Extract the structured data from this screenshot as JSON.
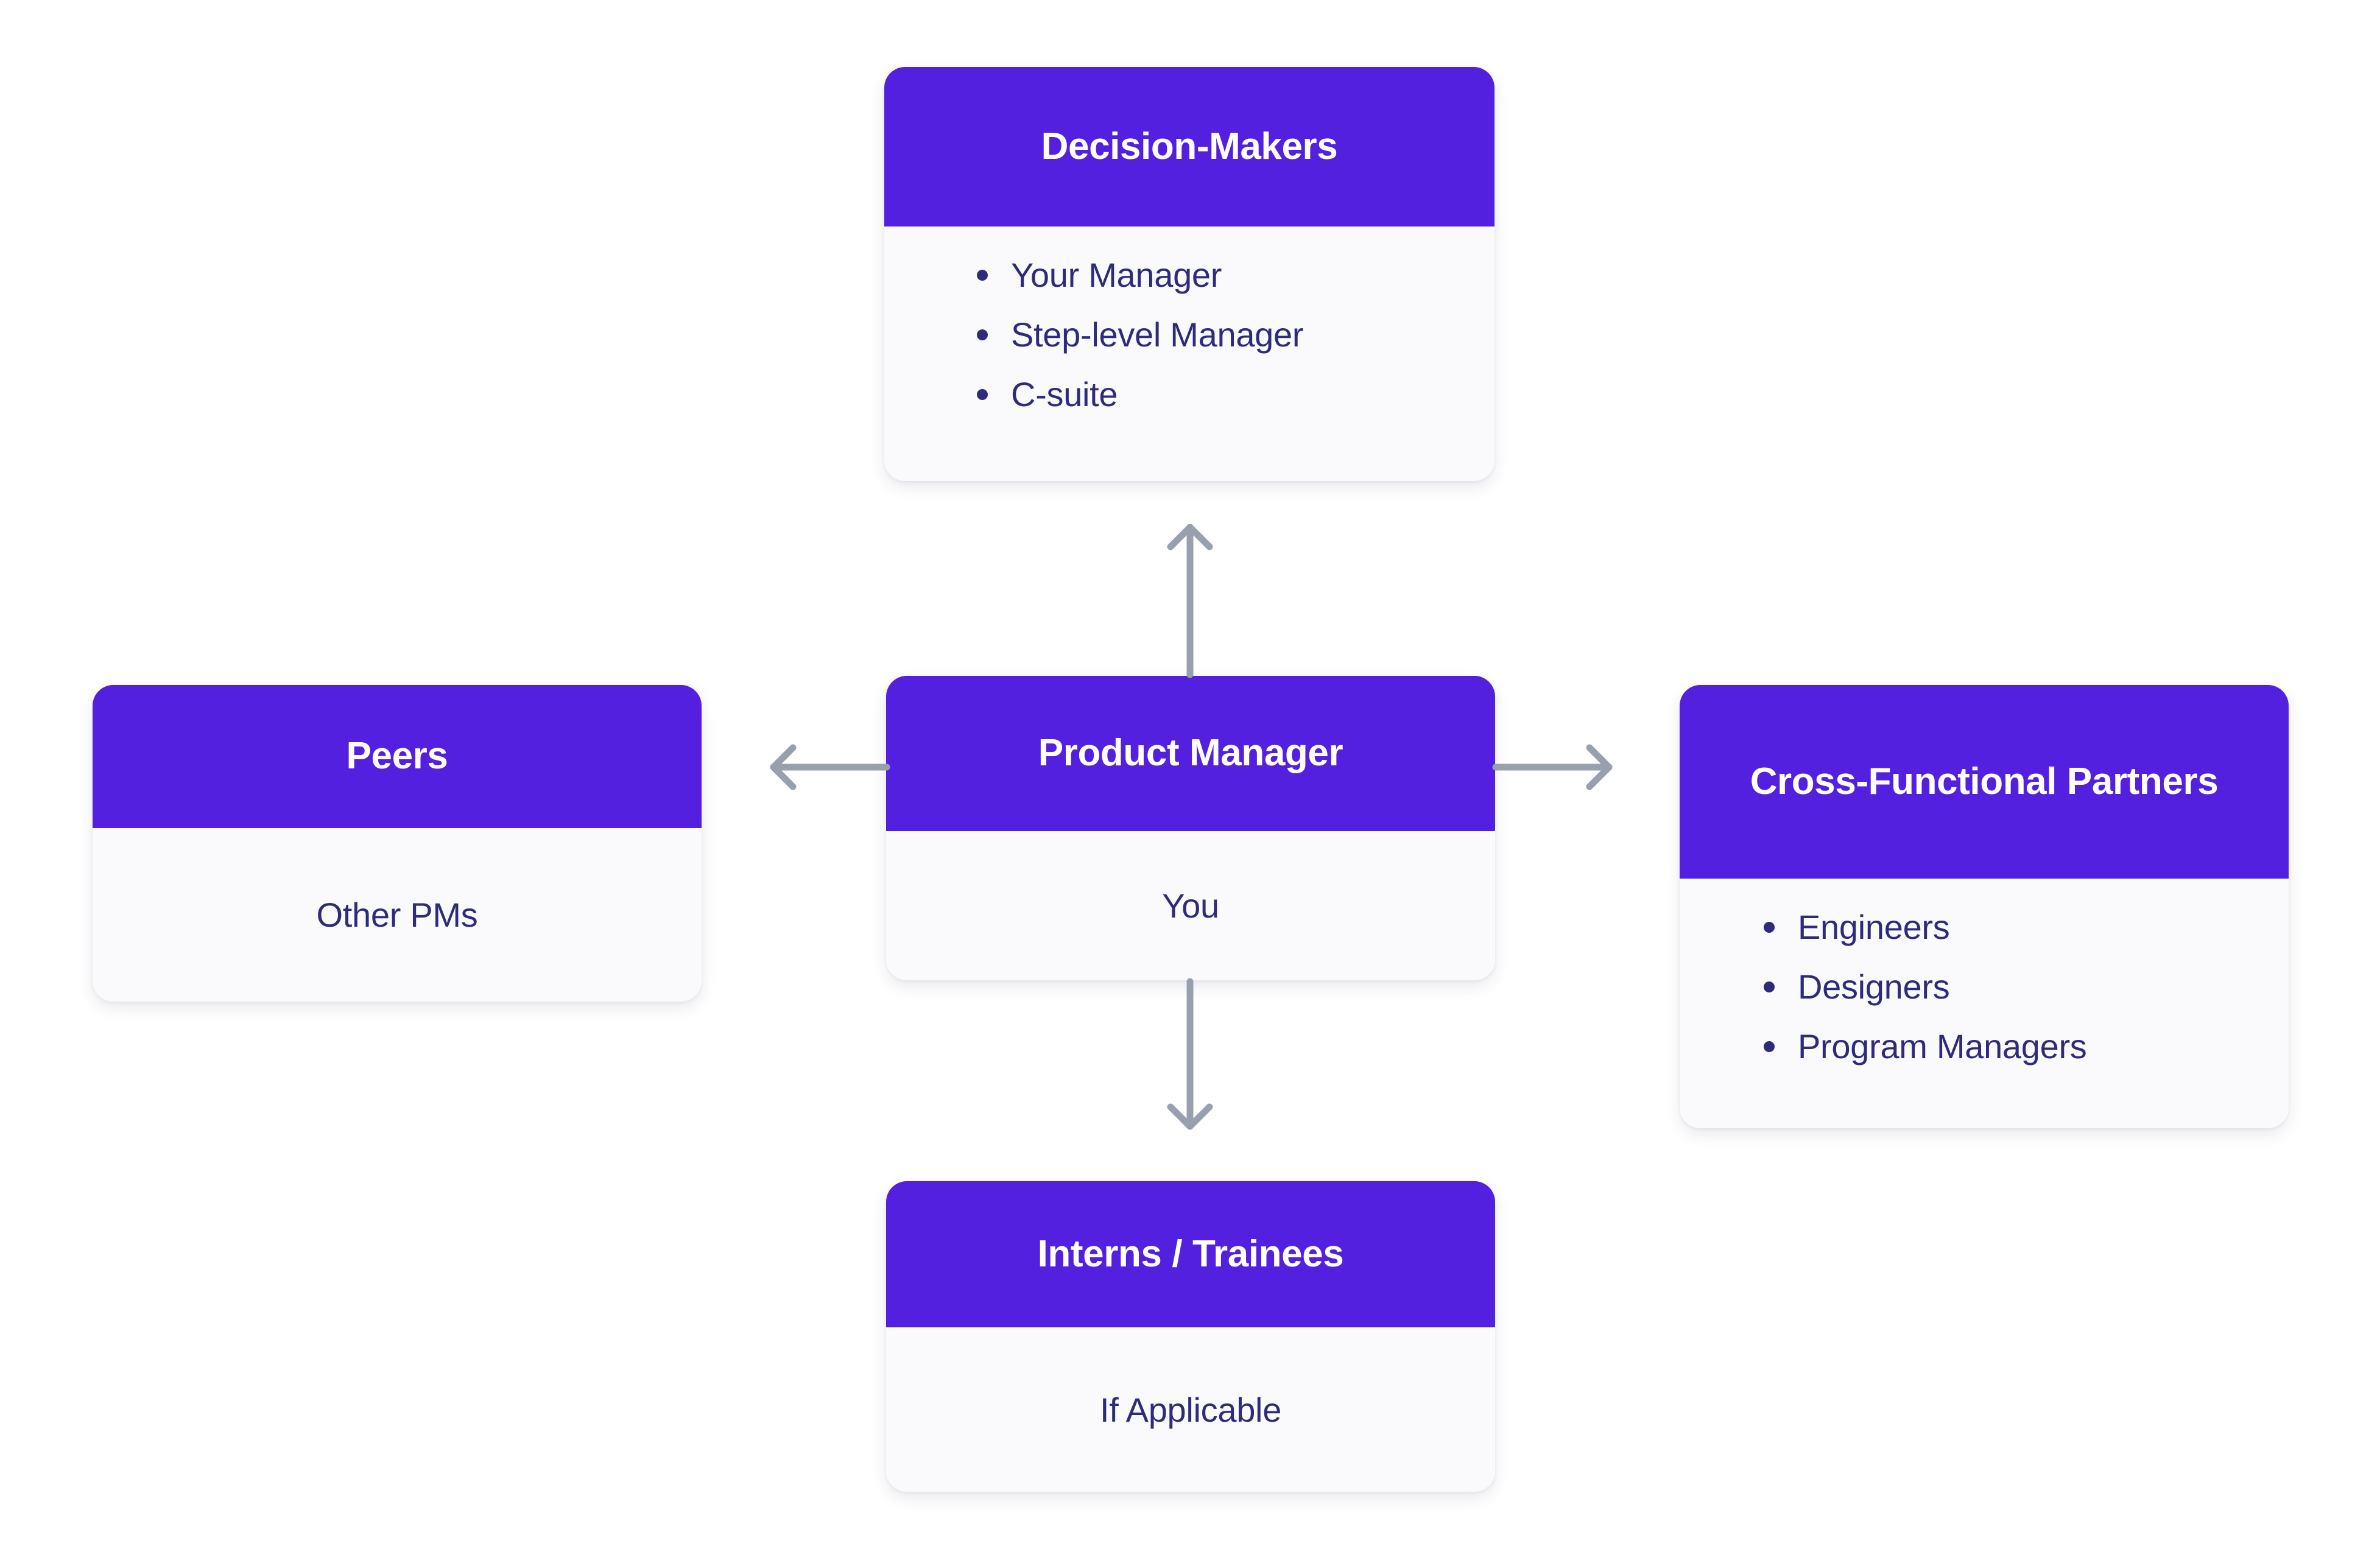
{
  "theme": {
    "accent_purple": "#5320E0",
    "card_body_bg": "#FAFAFC",
    "body_text": "#2E2C7A",
    "arrow_gray": "#98A0AE",
    "header_text": "#FFFFFF",
    "page_bg": "#FFFFFF"
  },
  "diagram": {
    "type": "radial-relationship-map",
    "center": {
      "title": "Product Manager",
      "subtitle": "You"
    },
    "nodes": [
      {
        "id": "decision-makers",
        "title": "Decision-Makers",
        "position": "top",
        "items": [
          "Your Manager",
          "Step-level Manager",
          "C-suite"
        ]
      },
      {
        "id": "peers",
        "title": "Peers",
        "position": "left",
        "subtitle": "Other PMs",
        "items": []
      },
      {
        "id": "cross-functional-partners",
        "title": "Cross-Functional Partners",
        "position": "right",
        "items": [
          "Engineers",
          "Designers",
          "Program Managers"
        ]
      },
      {
        "id": "interns-trainees",
        "title": "Interns / Trainees",
        "position": "bottom",
        "subtitle": "If Applicable",
        "items": []
      }
    ],
    "connectors": [
      {
        "id": "arrow-up",
        "direction": "up",
        "from": "center",
        "to": "decision-makers"
      },
      {
        "id": "arrow-left",
        "direction": "left",
        "from": "center",
        "to": "peers"
      },
      {
        "id": "arrow-right",
        "direction": "right",
        "from": "center",
        "to": "cross-functional-partners"
      },
      {
        "id": "arrow-down",
        "direction": "down",
        "from": "center",
        "to": "interns-trainees"
      }
    ]
  }
}
